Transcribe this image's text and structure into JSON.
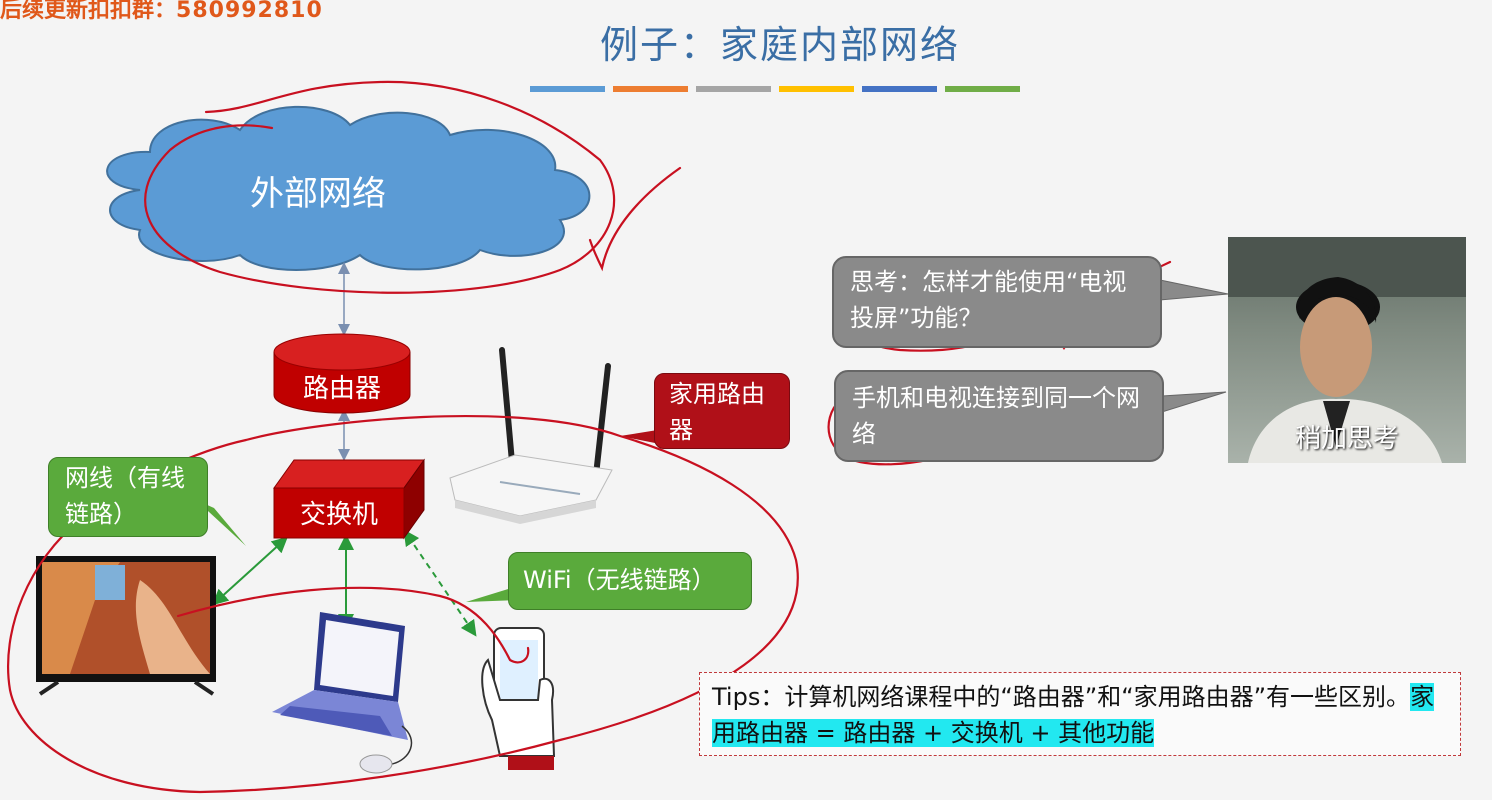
{
  "watermark": {
    "prefix": "后续更新扣扣群：",
    "number": "580992810"
  },
  "title": "例子：家庭内部网络",
  "title_bar_colors": [
    "#5b9bd5",
    "#ed7d31",
    "#a5a5a5",
    "#ffc000",
    "#4472c4",
    "#70ad47"
  ],
  "cloud": {
    "label": "外部网络",
    "color": "#5b9bd5"
  },
  "router": {
    "label": "路由器",
    "color": "#c00000"
  },
  "switch": {
    "label": "交换机",
    "color": "#c00000"
  },
  "callouts": {
    "home_router": "家用路由器",
    "cable": "网线（有线链路）",
    "wifi": "WiFi（无线链路）"
  },
  "thoughts": {
    "q1": "思考：怎样才能使用“电视投屏”功能？",
    "q2": "手机和电视连接到同一个网络"
  },
  "meme_caption": "稍加思考",
  "tips": {
    "prefix": "Tips：计算机网络课程中的“路由器”和“家用路由器”有一些区别。",
    "highlight": "家用路由器 = 路由器 + 交换机 + 其他功能"
  },
  "icons": [
    "tv-icon",
    "laptop-icon",
    "phone-icon",
    "wifi-router-icon",
    "person-photo"
  ]
}
